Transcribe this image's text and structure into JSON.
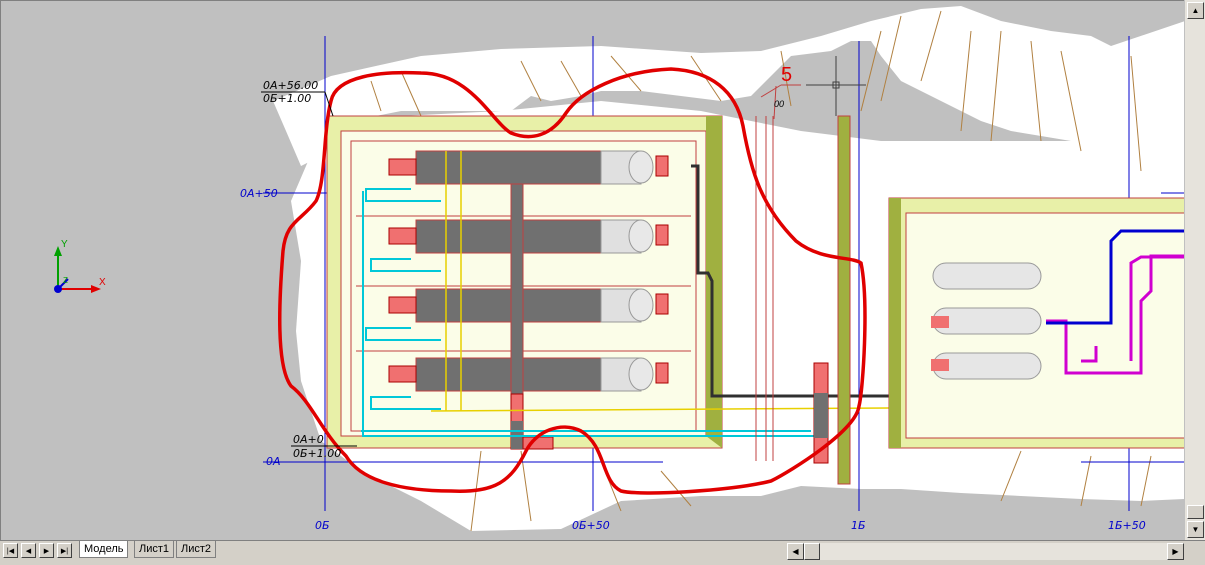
{
  "drawing": {
    "grid_labels_bottom": [
      "0Б",
      "0Б+50",
      "1Б",
      "1Б+50"
    ],
    "grid_labels_left": [
      "0А+50",
      "0А"
    ],
    "station_top": [
      "0А+56.00",
      "0Б+1.00"
    ],
    "station_bottom": [
      "0А+0",
      "0Б+1.00"
    ],
    "marker_number": "5",
    "marker_small": "00",
    "ucs_y": "Y",
    "ucs_x": "X",
    "ucs_z": "Z"
  },
  "tabs": {
    "model": "Модель",
    "layout1": "Лист1",
    "layout2": "Лист2"
  },
  "nav_icons": [
    "first-tab-icon",
    "prev-tab-icon",
    "next-tab-icon",
    "last-tab-icon"
  ],
  "colors": {
    "boundary": "#e00000",
    "grid": "#0000cc",
    "cyan_pipe": "#00c8d8",
    "yellow_pipe": "#e8d000",
    "magenta_pipe": "#d000d0",
    "blue_pipe": "#0000d0"
  }
}
